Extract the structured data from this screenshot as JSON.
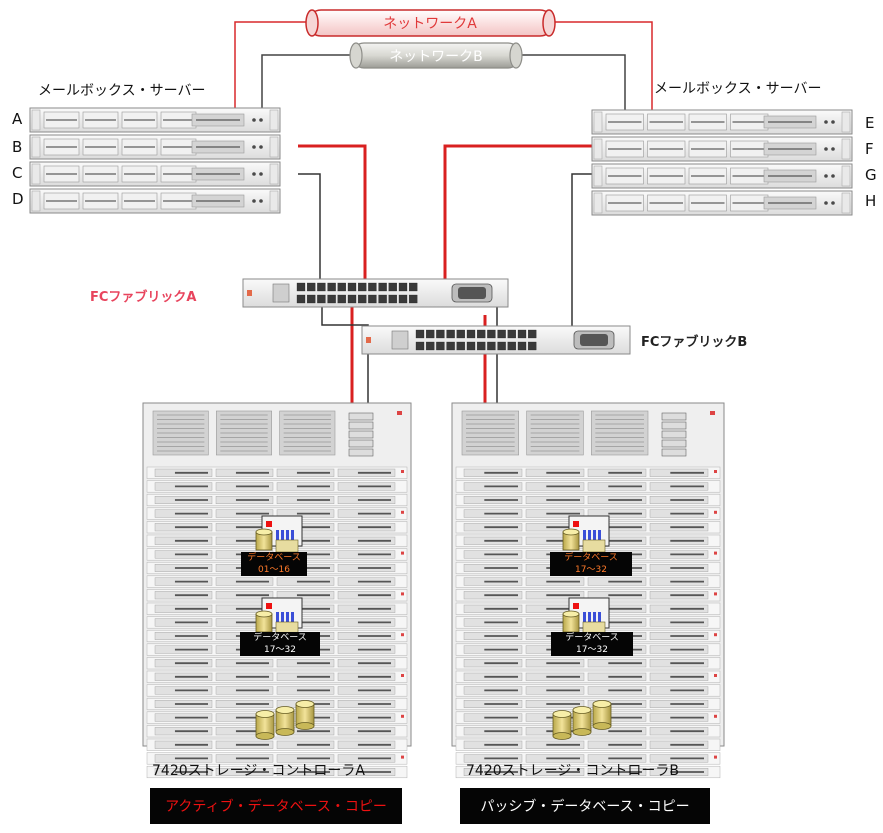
{
  "networks": {
    "a_label": "ネットワークA",
    "b_label": "ネットワークB",
    "a_color": "#d9292b",
    "b_color": "#444444"
  },
  "servers": {
    "left_title": "メールボックス・サーバー",
    "right_title": "メールボックス・サーバー",
    "left_letters": [
      "A",
      "B",
      "C",
      "D"
    ],
    "right_letters": [
      "E",
      "F",
      "G",
      "H"
    ]
  },
  "fabrics": {
    "a_label": "FCファブリックA",
    "a_color": "#e8445d",
    "b_label": "FCファブリックB"
  },
  "storage": {
    "a": {
      "label": "7420ストレージ・コントローラA",
      "banner": "アクティブ・データベース・コピー",
      "db1_title": "データベース",
      "db1_range": "01～16",
      "db2_title": "データベース",
      "db2_range": "17～32"
    },
    "b": {
      "label": "7420ストレージ・コントローラB",
      "banner": "パッシブ・データベース・コピー",
      "db1_title": "データベース",
      "db1_range": "17～32",
      "db2_title": "データベース",
      "db2_range": "17～32"
    }
  }
}
